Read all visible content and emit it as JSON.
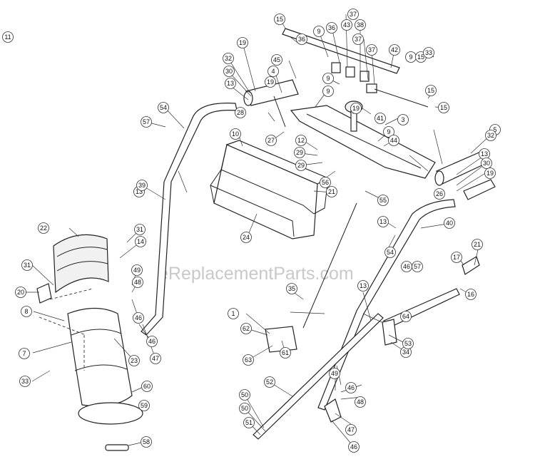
{
  "watermark": "eReplacementParts.com",
  "callouts": [
    "1",
    "3",
    "4",
    "5",
    "7",
    "8",
    "9",
    "9",
    "9",
    "9",
    "9",
    "10",
    "11",
    "12",
    "13",
    "13",
    "13",
    "13",
    "13",
    "14",
    "15",
    "15",
    "15",
    "15",
    "16",
    "17",
    "19",
    "19",
    "19",
    "19",
    "20",
    "21",
    "21",
    "22",
    "23",
    "24",
    "26",
    "27",
    "28",
    "29",
    "29",
    "30",
    "30",
    "31",
    "31",
    "32",
    "32",
    "33",
    "33",
    "34",
    "35",
    "36",
    "36",
    "37",
    "37",
    "37",
    "38",
    "39",
    "40",
    "41",
    "42",
    "43",
    "44",
    "45",
    "46",
    "46",
    "46",
    "46",
    "46",
    "47",
    "47",
    "48",
    "48",
    "49",
    "49",
    "50",
    "50",
    "51",
    "52",
    "53",
    "54",
    "54",
    "55",
    "56",
    "57",
    "57",
    "58",
    "59",
    "60",
    "61",
    "62",
    "63",
    "64"
  ]
}
